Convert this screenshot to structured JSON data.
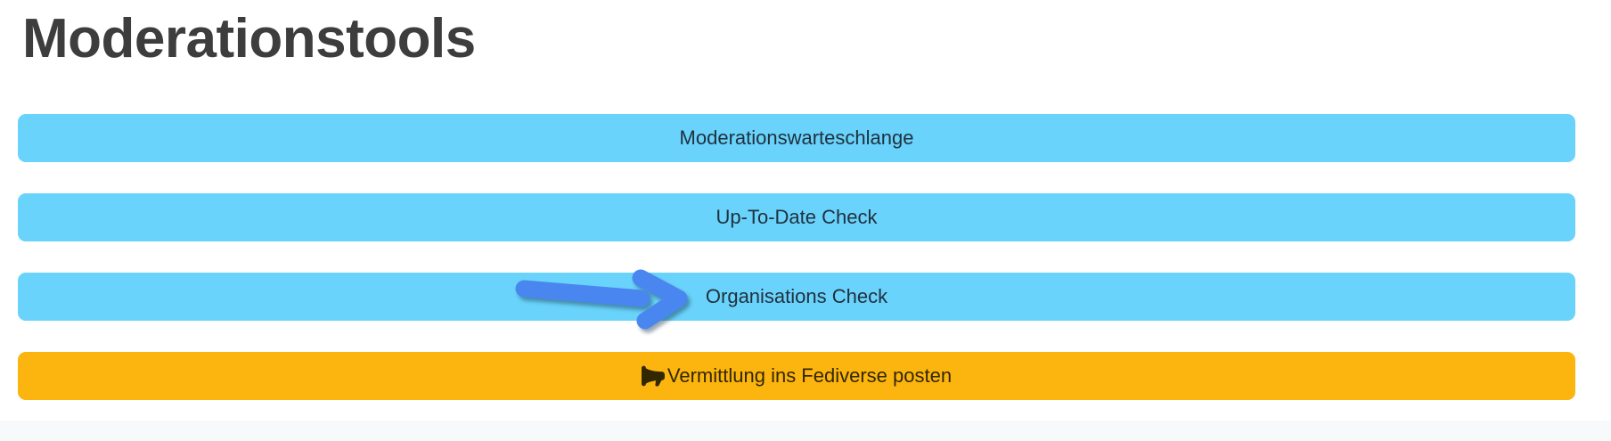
{
  "page": {
    "title": "Moderationstools"
  },
  "buttons": [
    {
      "label": "Moderationswarteschlange",
      "style": "blue"
    },
    {
      "label": "Up-To-Date Check",
      "style": "blue"
    },
    {
      "label": "Organisations Check",
      "style": "blue"
    },
    {
      "label": "Vermittlung ins Fediverse posten",
      "style": "orange",
      "icon": "megaphone-icon"
    }
  ],
  "annotation": {
    "type": "arrow",
    "points_to": "Organisations Check",
    "color": "#4a86f0"
  },
  "colors": {
    "button_blue": "#69d3fb",
    "button_orange": "#fcb50f",
    "title_text": "#3d3d3d",
    "blue_button_text": "#20313f",
    "orange_button_text": "#332701",
    "footer_strip": "#f8f9fa",
    "background": "#ffffff"
  }
}
